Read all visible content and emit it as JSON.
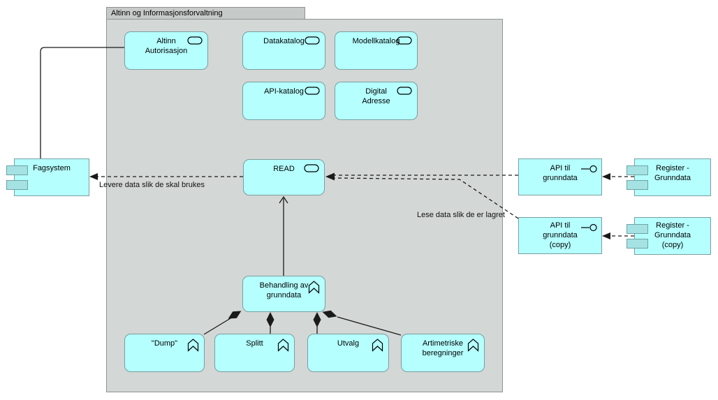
{
  "diagram": {
    "group": {
      "title": "Altinn og Informasjonsforvaltning"
    },
    "nodes": {
      "altinn_autorisasjon": {
        "label": "Altinn\nAutorisasjon",
        "type": "application-service"
      },
      "datakatalog": {
        "label": "Datakatalog",
        "type": "application-service"
      },
      "modellkatalog": {
        "label": "Modellkatalog",
        "type": "application-service"
      },
      "api_katalog": {
        "label": "API-katalog",
        "type": "application-service"
      },
      "digital_adresse": {
        "label": "Digital\nAdresse",
        "type": "application-service"
      },
      "read": {
        "label": "READ",
        "type": "application-service"
      },
      "behandling": {
        "label": "Behandling av\ngrunndata",
        "type": "application-function"
      },
      "dump": {
        "label": "\"Dump\"",
        "type": "application-function"
      },
      "splitt": {
        "label": "Splitt",
        "type": "application-function"
      },
      "utvalg": {
        "label": "Utvalg",
        "type": "application-function"
      },
      "artimetriske": {
        "label": "Artimetriske\nberegninger",
        "type": "application-function"
      },
      "fagsystem": {
        "label": "Fagsystem",
        "type": "application-component"
      },
      "api_grunndata": {
        "label": "API til\ngrunndata",
        "type": "application-interface"
      },
      "api_grunndata_copy": {
        "label": "API til\ngrunndata\n(copy)",
        "type": "application-interface"
      },
      "register_grunndata": {
        "label": "Register -\nGrunndata",
        "type": "application-component"
      },
      "register_grunndata_copy": {
        "label": "Register -\nGrunndata\n(copy)",
        "type": "application-component"
      }
    },
    "edge_labels": {
      "levere": "Levere data slik de skal brukes",
      "lese": "Lese data slik de er lagret"
    },
    "colors": {
      "node_fill": "#b5ffff",
      "node_border": "#7b9ea0",
      "component_tab_fill": "#a5e2e3",
      "group_fill": "#d3d7d5",
      "group_tab_fill": "#c6cac8",
      "group_border": "#8d9492",
      "line": "#1a1a1a"
    }
  }
}
